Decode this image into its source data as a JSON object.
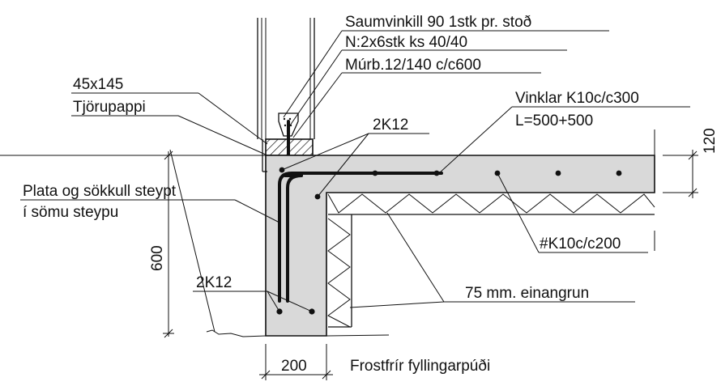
{
  "labels": {
    "saumvinkill": "Saumvinkill 90 1stk pr. stoð",
    "naglar": "N:2x6stk ks 40/40",
    "murbolti": "Múrb.12/140 c/c600",
    "timbur": "45x145",
    "tjorupappi": "Tjörupappi",
    "vinklar_1": "Vinklar K10c/c300",
    "vinklar_2": "L=500+500",
    "k12_top": "2K12",
    "plata_1": "Plata og sökkull steypt",
    "plata_2": "í sömu steypu",
    "net": "#K10c/c200",
    "k12_bottom": "2K12",
    "einangrun": "75 mm. einangrun",
    "fylling": "Frostfrír fyllingarpúði"
  },
  "dimensions": {
    "height_total": "600",
    "slab_thickness": "120",
    "footing_width": "200"
  }
}
